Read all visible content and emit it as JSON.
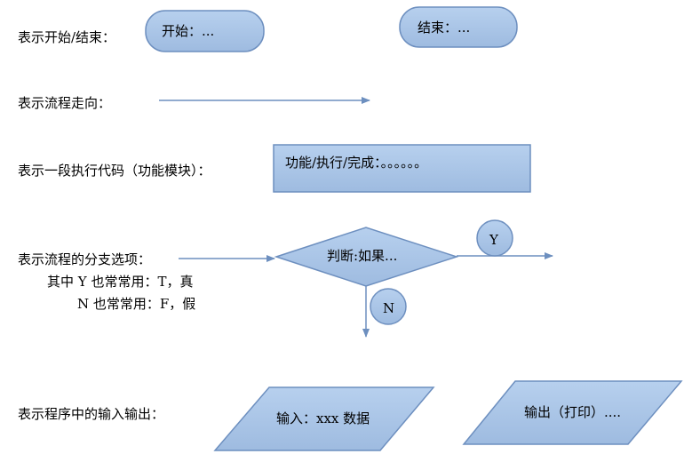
{
  "legend": {
    "start_end": {
      "description": "表示开始/结束：",
      "start_text": "开始：...",
      "end_text": "结束：..."
    },
    "flow": {
      "description": "表示流程走向："
    },
    "process": {
      "description": "表示一段执行代码（功能模块）：",
      "box_text": "功能/执行/完成：。。。。。。"
    },
    "decision": {
      "description": "表示流程的分支选项：",
      "note_y": "其中 Y 也常常用：T，真",
      "note_n": "N 也常常用：F，假",
      "diamond_text": "判断:如果...",
      "yes_label": "Y",
      "no_label": "N"
    },
    "io": {
      "description": "表示程序中的输入输出：",
      "input_text": "输入：xxx 数据",
      "output_text": "输出（打印）...."
    }
  },
  "colors": {
    "shape_fill": "#a9c4e6",
    "shape_stroke": "#6d8fbf",
    "arrow": "#6d8fbf"
  }
}
